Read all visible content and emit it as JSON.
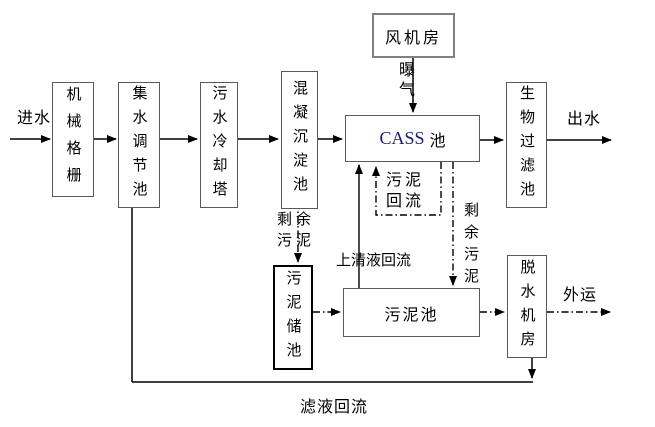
{
  "diagram_type": "process-flow-diagram",
  "colors": {
    "line": "#000000",
    "box_border": "#595959",
    "fan_border": "#808080",
    "storage_border": "#000000",
    "cass_text": "#1b1b6e",
    "text": "#000000",
    "bg": "#ffffff"
  },
  "nodes": {
    "mechanical_screen": "机械格栅",
    "collecting_regulating_tank": "集水调节池",
    "sewage_cooling_tower": "污水冷却塔",
    "coagulation_sedimentation_tank": "混凝沉淀池",
    "fan_room": "风机房",
    "cass_en": "CASS",
    "cass_cn": "池",
    "biological_filter_tank": "生物过滤池",
    "sludge_storage_tank": "污泥储池",
    "sludge_tank": "污泥池",
    "dewatering_machine_room": "脱水机房"
  },
  "labels": {
    "inlet": "进水",
    "outlet": "出水",
    "aeration": "曝气",
    "excess_sludge_left": "剩余污泥",
    "sludge_return": "污泥回流",
    "excess_sludge_right": "剩余污泥",
    "supernatant_return": "上清液回流",
    "outbound_transport": "外运",
    "filtrate_return": "滤液回流"
  }
}
